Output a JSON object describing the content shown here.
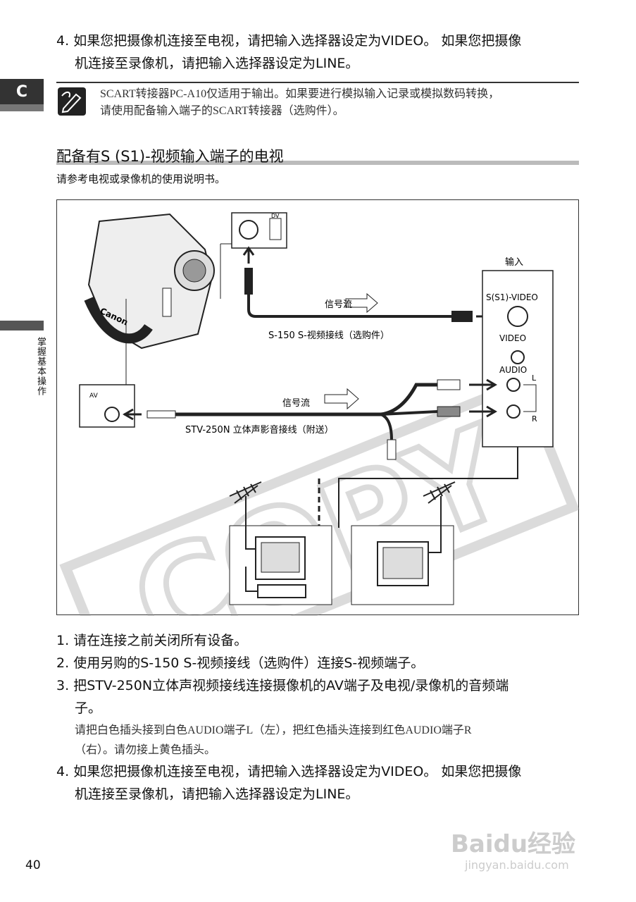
{
  "top_step": {
    "number": "4.",
    "line1": "如果您把摄像机连接至电视，请把输入选择器设定为VIDEO。 如果您把摄像",
    "line2": "机连接至录像机，请把输入选择器设定为LINE。"
  },
  "side_tab": {
    "letter": "C",
    "section": "掌握基本操作"
  },
  "note": {
    "icon": "pencil-note-icon",
    "line1": "SCART转接器PC-A10仅适用于输出。如果要进行模拟输入记录或模拟数码转换，",
    "line2": "请使用配备输入端子的SCART转接器（选购件）。"
  },
  "section": {
    "title": "配备有S (S1)-视频输入端子的电视",
    "subtitle": "请参考电视或录像机的使用说明书。"
  },
  "diagram": {
    "camera_brand": "Canon",
    "jack_dv": "DV",
    "input_label": "输入",
    "svideo_label": "S(S1)-VIDEO",
    "video_label": "VIDEO",
    "audio_label": "AUDIO",
    "l_label": "L",
    "r_label": "R",
    "signal_flow_1": "信号流",
    "signal_flow_2": "信号流",
    "svideo_cable": "S-150 S-视频接线（选购件）",
    "av_label": "AV",
    "stereo_cable": "STV-250N 立体声影音接线（附送）",
    "watermark": "COPY"
  },
  "steps": [
    {
      "number": "1.",
      "lines": [
        "请在连接之前关闭所有设备。"
      ]
    },
    {
      "number": "2.",
      "lines": [
        "使用另购的S-150 S-视频接线（选购件）连接S-视频端子。"
      ]
    },
    {
      "number": "3.",
      "lines": [
        "把STV-250N立体声视频接线连接摄像机的AV端子及电视/录像机的音频端",
        "子。"
      ]
    },
    {
      "number": "4.",
      "lines": [
        "如果您把摄像机连接至电视，请把输入选择器设定为VIDEO。 如果您把摄像",
        "机连接至录像机，请把输入选择器设定为LINE。"
      ]
    }
  ],
  "step3_note": {
    "line1": "请把白色插头接到白色AUDIO端子L（左），把红色插头连接到红色AUDIO端子R",
    "line2": "（右）。请勿接上黄色插头。"
  },
  "page_number": "40",
  "site_watermark": {
    "logo": "Baidu经验",
    "url": "jingyan.baidu.com"
  }
}
